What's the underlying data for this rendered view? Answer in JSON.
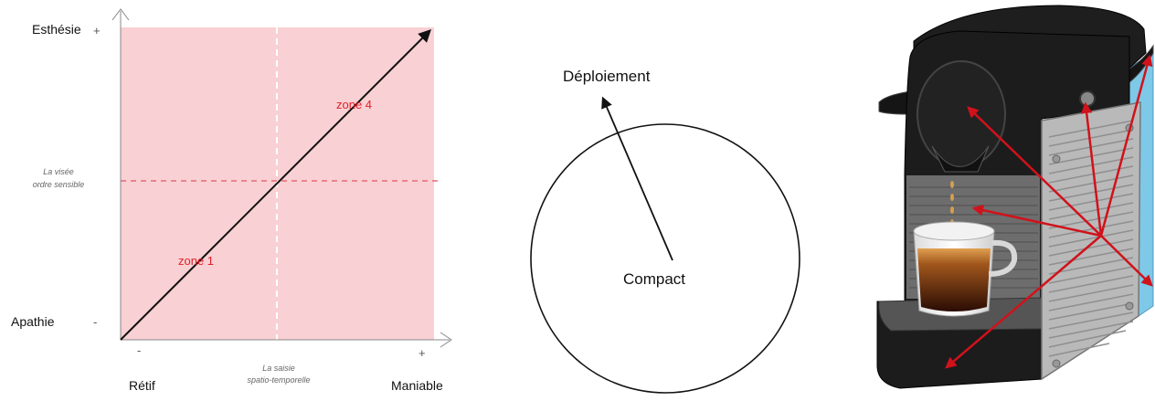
{
  "diagram_left": {
    "y_top_label": "Esthésie",
    "y_top_sign": "+",
    "y_bottom_label": "Apathie",
    "y_bottom_sign": "-",
    "y_axis_caption_line1": "La visée",
    "y_axis_caption_line2": "ordre sensible",
    "x_left_label": "Rétif",
    "x_left_sign": "-",
    "x_right_label": "Maniable",
    "x_right_sign": "+",
    "x_axis_caption_line1": "La saisie",
    "x_axis_caption_line2": "spatio-temporelle",
    "zone_low": "zone 1",
    "zone_high": "zone 4",
    "fill_color": "#f9d0d3",
    "zone_color": "#e0202a"
  },
  "diagram_middle": {
    "center_label": "Compact",
    "outer_label": "Déploiement"
  },
  "diagram_right": {
    "arrow_color": "#d0121b",
    "machine_color": "#1c1c1c",
    "panel_color": "#b9b9b9",
    "accent_color": "#7ec8e8"
  }
}
